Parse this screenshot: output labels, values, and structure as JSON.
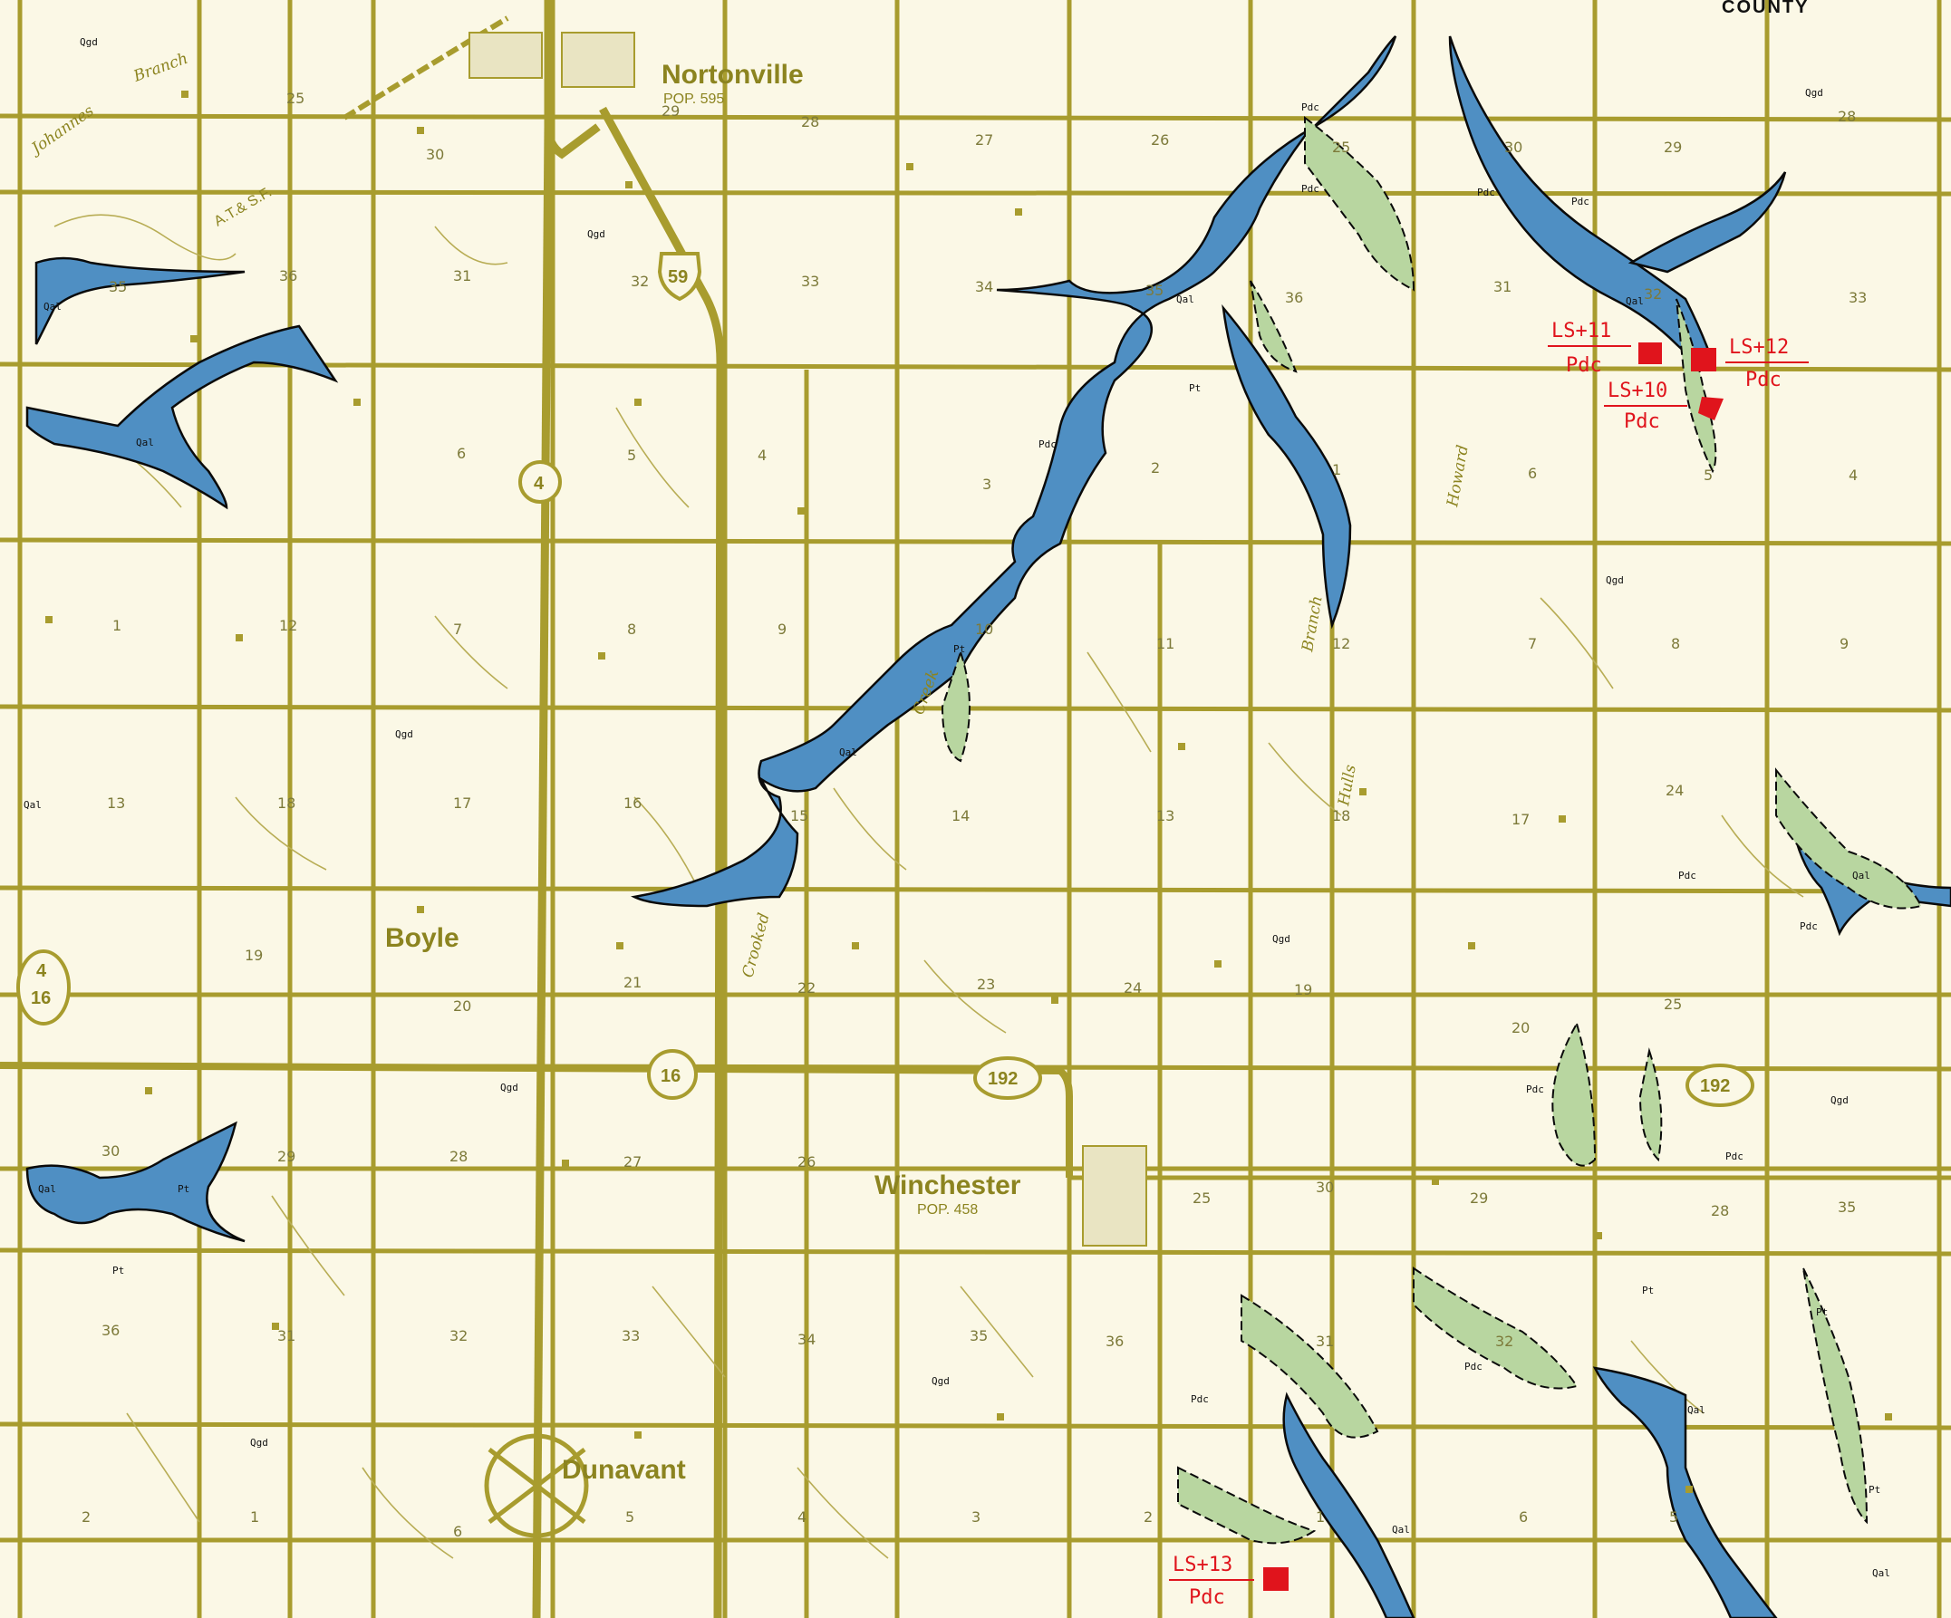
{
  "map": {
    "corner_label": "COUNTY",
    "colors": {
      "paper": "#fbf8e6",
      "roads": "#a89c2e",
      "water": "#4f8fc3",
      "green": "#b8d6a0",
      "landslide": "#e0141c"
    },
    "towns": {
      "nortonville": {
        "name": "Nortonville",
        "pop": "POP. 595"
      },
      "winchester": {
        "name": "Winchester",
        "pop": "POP. 458"
      },
      "boyle": {
        "name": "Boyle"
      },
      "dunavant": {
        "name": "Dunavant"
      }
    },
    "routes": {
      "r59": "59",
      "r4": "4",
      "r16": "16",
      "r192": "192",
      "r192e": "192",
      "r4w": "4",
      "r16w": "16"
    },
    "railroad_label": "A.T.& S.F.",
    "streams": {
      "johannes": "Johannes",
      "branch_nw": "Branch",
      "howard": "Howard",
      "hulls": "Hulls",
      "branch_e": "Branch",
      "crooked": "Crooked",
      "creek": "Creek"
    },
    "landslides": [
      {
        "id": "LS+11",
        "unit": "Pdc"
      },
      {
        "id": "LS+12",
        "unit": "Pdc"
      },
      {
        "id": "LS+10",
        "unit": "Pdc"
      },
      {
        "id": "LS+13",
        "unit": "Pdc"
      }
    ],
    "units": {
      "qgd": "Qgd",
      "qal": "Qal",
      "pdc": "Pdc",
      "pt": "Pt"
    },
    "section_numbers": [
      "25",
      "30",
      "29",
      "28",
      "27",
      "26",
      "25",
      "30",
      "29",
      "28",
      "35",
      "36",
      "31",
      "32",
      "33",
      "34",
      "35",
      "36",
      "31",
      "32",
      "33",
      "6",
      "5",
      "4",
      "3",
      "2",
      "1",
      "6",
      "5",
      "4",
      "1",
      "12",
      "7",
      "8",
      "9",
      "10",
      "11",
      "12",
      "7",
      "8",
      "9",
      "13",
      "18",
      "17",
      "16",
      "15",
      "14",
      "13",
      "18",
      "17",
      "24",
      "19",
      "20",
      "21",
      "22",
      "23",
      "24",
      "19",
      "20",
      "25",
      "30",
      "29",
      "28",
      "27",
      "26",
      "25",
      "30",
      "29",
      "28",
      "35",
      "36",
      "31",
      "32",
      "33",
      "34",
      "35",
      "36",
      "31",
      "32",
      "2",
      "1",
      "6",
      "5",
      "4",
      "3",
      "2",
      "1",
      "6",
      "5"
    ]
  }
}
